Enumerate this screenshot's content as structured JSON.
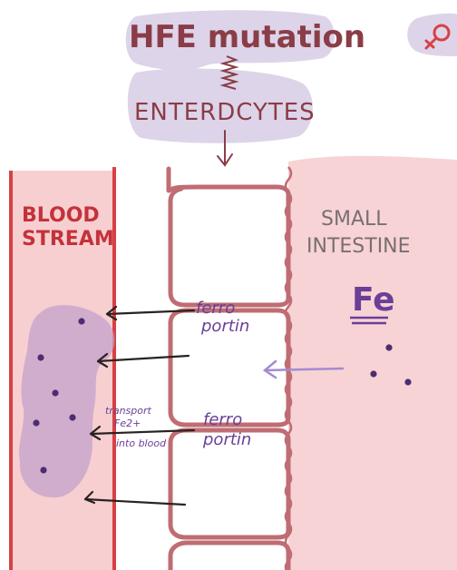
{
  "colors": {
    "maroon": "#8a3d46",
    "vessel_red": "#d84143",
    "vessel_fill": "#f7cfd1",
    "intestine_fill": "#f7d3d5",
    "cell_wall": "#bf6c72",
    "lavender_bubble": "#ddd4ea",
    "purple_cloud": "#c3a2c9",
    "ink_purple": "#6a3f97",
    "dot_purple": "#4c2d73",
    "ink_black": "#2a2222",
    "arrow_lavender": "#a58ad0"
  },
  "labels": {
    "title": "HFE mutation",
    "enterocytes": "ENTERDCYTES",
    "blood_line1": "BLOOD",
    "blood_line2": "STREAM",
    "intestine_line1": "SMALL",
    "intestine_line2": "INTESTINE",
    "iron": "Fe",
    "ferroportin_top_line1": "ferro",
    "ferroportin_top_line2": "portin",
    "ferroportin_bottom_line1": "ferro",
    "ferroportin_bottom_line2": "portin",
    "transport_line1": "transport",
    "transport_line2": "Fe2+",
    "transport_line3": "into blood"
  },
  "icons": {
    "corner_badge": "female-symbol-icon"
  }
}
